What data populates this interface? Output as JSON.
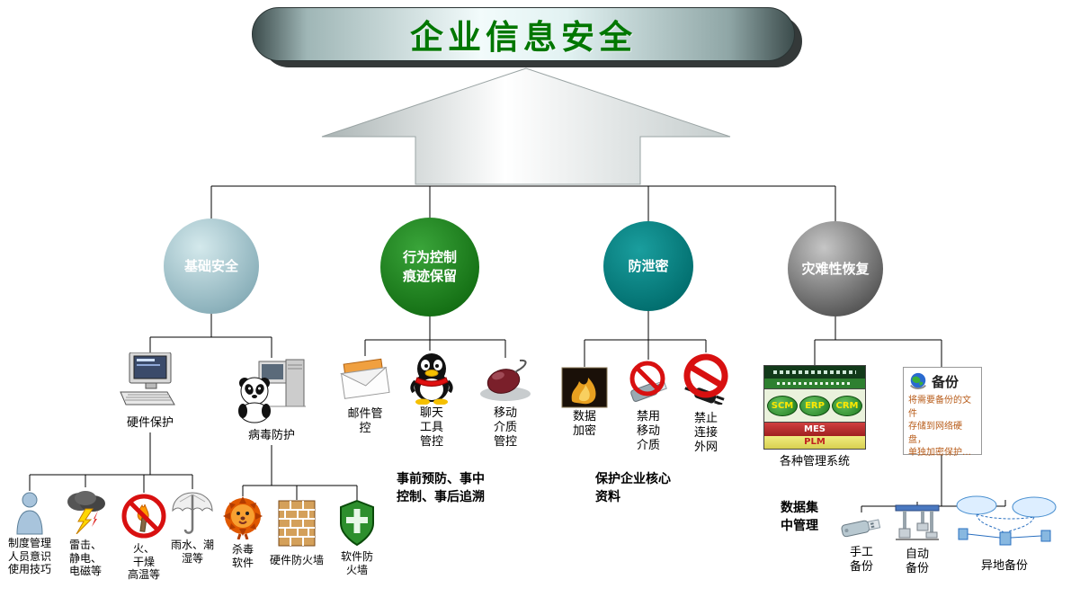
{
  "title": "企业信息安全",
  "branches": {
    "basic": {
      "label": "基础安全"
    },
    "behavior": {
      "label": "行为控制\n痕迹保留"
    },
    "leak": {
      "label": "防泄密"
    },
    "disaster": {
      "label": "灾难性恢复"
    }
  },
  "basic": {
    "hardware_label": "硬件保护",
    "virus_label": "病毒防护",
    "policy_label": "制度管理\n人员意识\n使用技巧",
    "lightning_label": "雷击、\n静电、\n电磁等",
    "fire_label": "火、\n干燥\n高温等",
    "rain_label": "雨水、潮\n湿等",
    "antivirus_label": "杀毒\n软件",
    "hw_firewall_label": "硬件防火墙",
    "sw_firewall_label": "软件防\n火墙"
  },
  "behavior": {
    "email_label": "邮件管\n控",
    "chat_label": "聊天\n工具\n管控",
    "media_label": "移动\n介质\n管控",
    "note": "事前预防、事中\n控制、事后追溯"
  },
  "leak": {
    "encrypt_label": "数据\n加密",
    "disable_media_label": "禁用\n移动\n介质",
    "no_internet_label": "禁止\n连接\n外网",
    "note": "保护企业核心\n资料"
  },
  "disaster": {
    "systems_label": "各种管理系统",
    "system_tags": {
      "scm": "SCM",
      "erp": "ERP",
      "crm": "CRM",
      "mes": "MES",
      "plm": "PLM"
    },
    "backup_title": "备份",
    "backup_desc": "将需要备份的文件\n存储到网络硬盘，\n单独加密保护…",
    "center_note": "数据集\n中管理",
    "manual_label": "手工\n备份",
    "auto_label": "自动\n备份",
    "offsite_label": "异地备份"
  }
}
